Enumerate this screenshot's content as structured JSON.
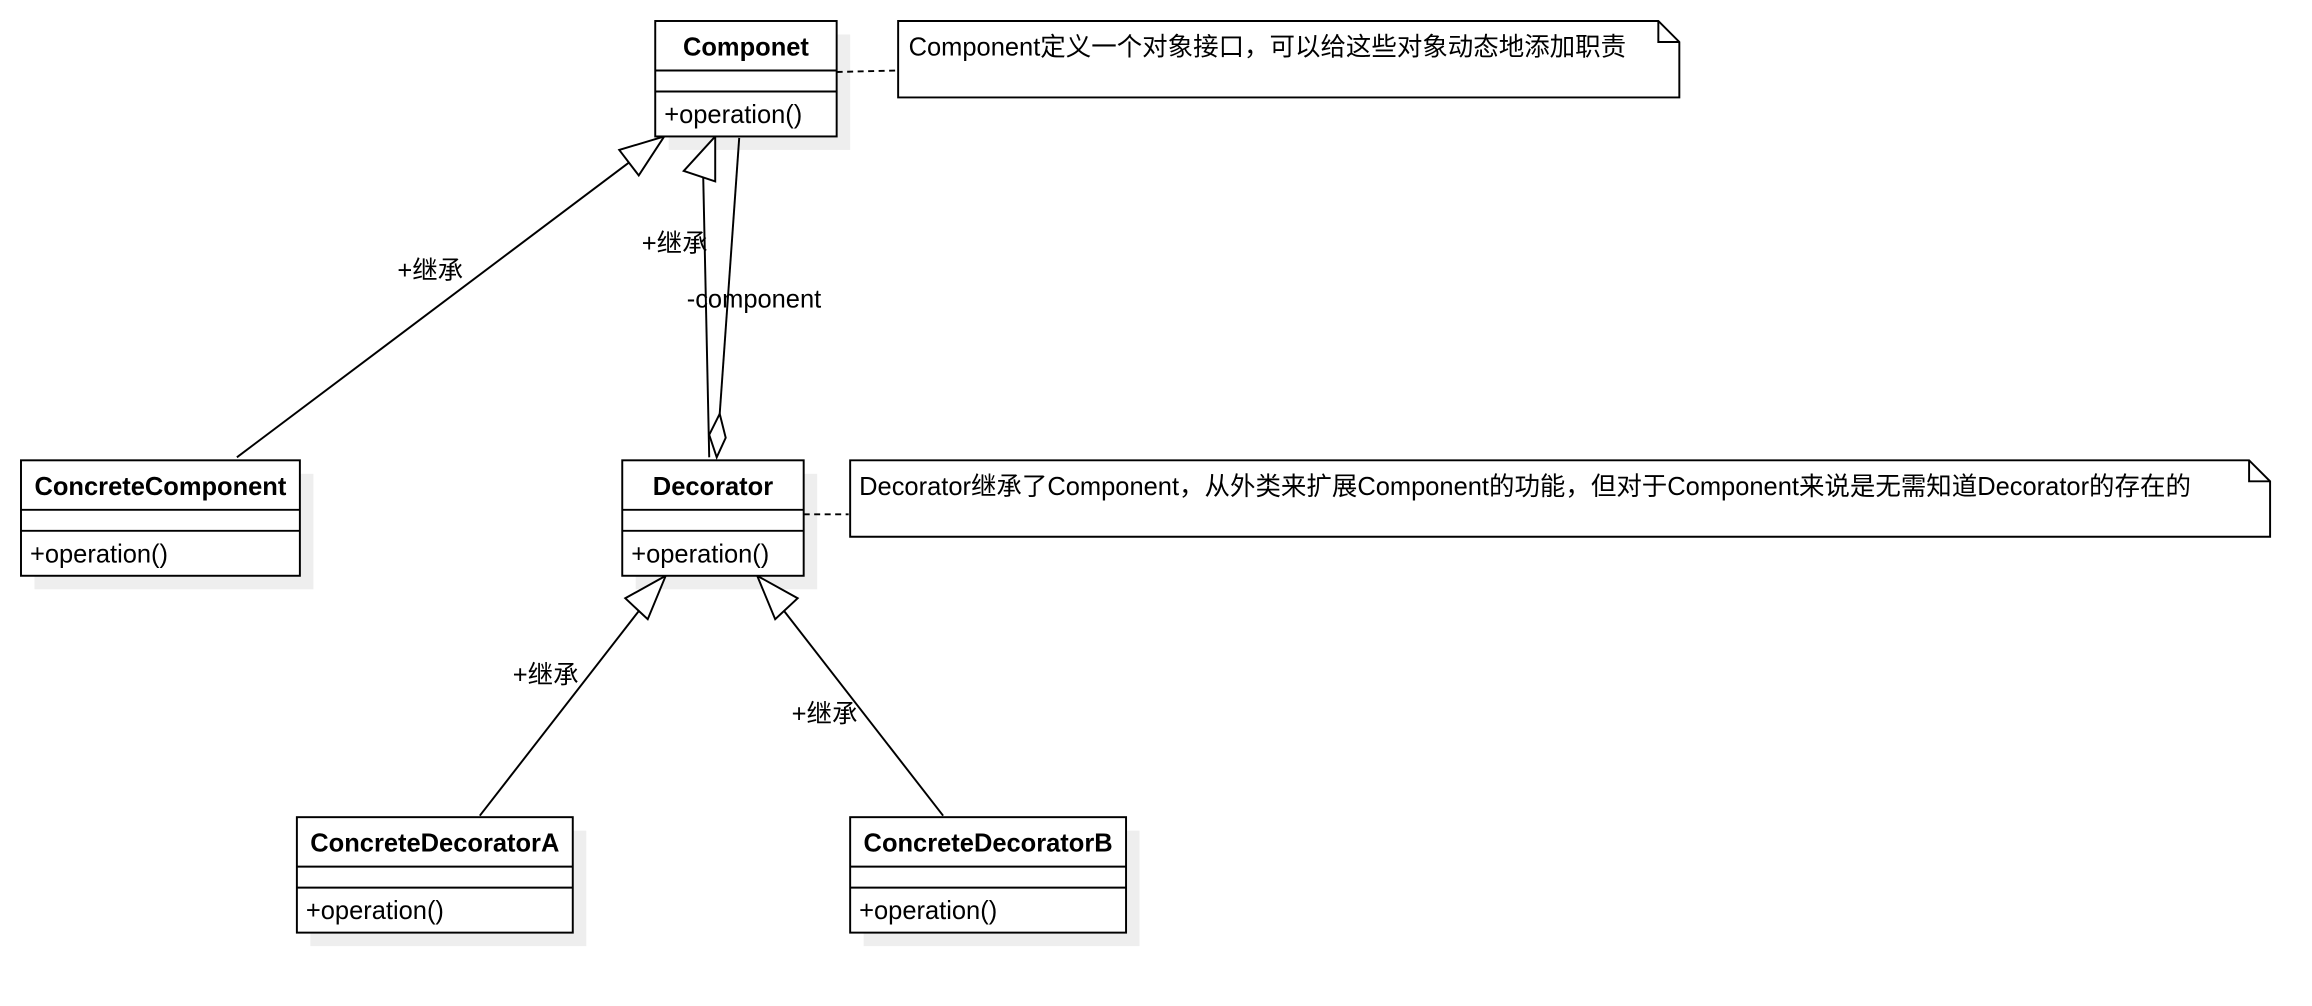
{
  "diagram": {
    "classes": {
      "component": {
        "name": "Componet",
        "operation": "+operation()"
      },
      "concrete_component": {
        "name": "ConcreteComponent",
        "operation": "+operation()"
      },
      "decorator": {
        "name": "Decorator",
        "operation": "+operation()"
      },
      "concrete_decorator_a": {
        "name": "ConcreteDecoratorA",
        "operation": "+operation()"
      },
      "concrete_decorator_b": {
        "name": "ConcreteDecoratorB",
        "operation": "+operation()"
      }
    },
    "notes": {
      "component_note": "Component定义一个对象接口，可以给这些对象动态地添加职责",
      "decorator_note": "Decorator继承了Component，从外类来扩展Component的功能，但对于Component来说是无需知道Decorator的存在的"
    },
    "edges": {
      "concrete_component_inherit": "+继承",
      "decorator_inherit": "+继承",
      "decorator_aggregation": "-component",
      "decorator_a_inherit": "+继承",
      "decorator_b_inherit": "+继承"
    },
    "colors": {
      "stroke": "#000000",
      "shadow": "#eeeeee",
      "fill": "#ffffff"
    }
  }
}
